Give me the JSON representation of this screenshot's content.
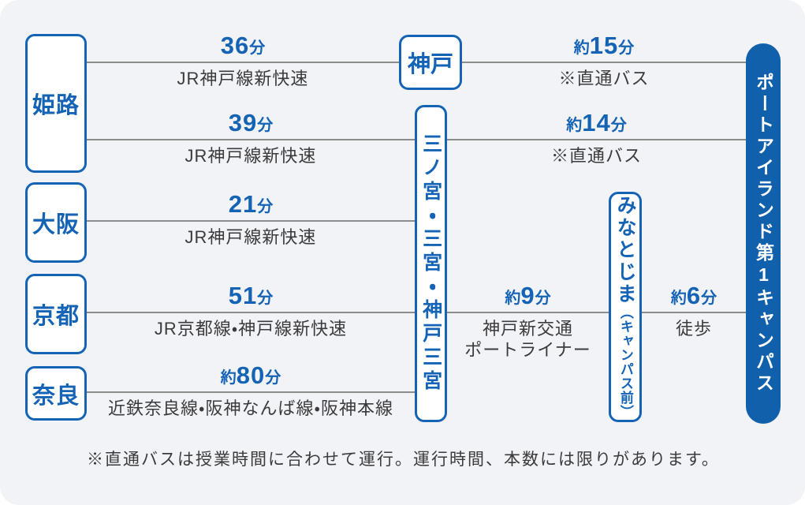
{
  "colors": {
    "background": "#f2f3f7",
    "accent_blue": "#1463b4",
    "pill_blue": "#1160ab",
    "line_gray": "#8c8c8c",
    "text_dark": "#3b3b3d"
  },
  "nodes": {
    "himeji": {
      "label": "姫路"
    },
    "osaka": {
      "label": "大阪"
    },
    "kyoto": {
      "label": "京都"
    },
    "nara": {
      "label": "奈良"
    },
    "kobe": {
      "label": "神戸"
    },
    "sannomiya": {
      "label": "三ノ宮・三宮・神戸三宮"
    },
    "minatojima": {
      "label": "みなとじま",
      "sub": "（キャンパス前）"
    },
    "campus": {
      "label": "ポートアイランド第1キャンパス"
    }
  },
  "segments": [
    {
      "prefix": "",
      "minutes": "36",
      "unit": "分",
      "via": "JR神戸線新快速"
    },
    {
      "prefix": "約",
      "minutes": "15",
      "unit": "分",
      "via": "※直通バス"
    },
    {
      "prefix": "",
      "minutes": "39",
      "unit": "分",
      "via": "JR神戸線新快速"
    },
    {
      "prefix": "約",
      "minutes": "14",
      "unit": "分",
      "via": "※直通バス"
    },
    {
      "prefix": "",
      "minutes": "21",
      "unit": "分",
      "via": "JR神戸線新快速"
    },
    {
      "prefix": "",
      "minutes": "51",
      "unit": "分",
      "via": "JR京都線・神戸線新快速"
    },
    {
      "prefix": "約",
      "minutes": "9",
      "unit": "分",
      "via": "神戸新交通",
      "via2": "ポートライナー"
    },
    {
      "prefix": "約",
      "minutes": "6",
      "unit": "分",
      "via": "徒歩"
    },
    {
      "prefix": "約",
      "minutes": "80",
      "unit": "分",
      "via": "近鉄奈良線・阪神なんば線・阪神本線"
    }
  ],
  "note": "※直通バスは授業時間に合わせて運行。運行時間、本数には限りがあります。"
}
